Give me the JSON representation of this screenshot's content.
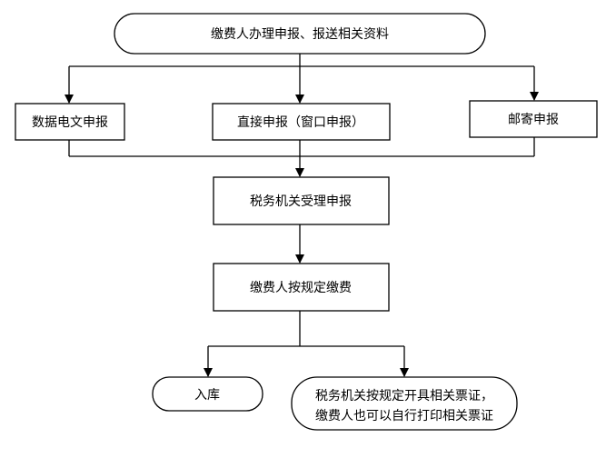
{
  "flowchart": {
    "start": "缴费人办理申报、报送相关资料",
    "methods": {
      "electronic": "数据电文申报",
      "direct": "直接申报（窗口申报）",
      "mail": "邮寄申报"
    },
    "accept": "税务机关受理申报",
    "pay": "缴费人按规定缴费",
    "store": "入库",
    "receipt_line1": "税务机关按规定开具相关票证，",
    "receipt_line2": "缴费人也可以自行打印相关票证"
  }
}
